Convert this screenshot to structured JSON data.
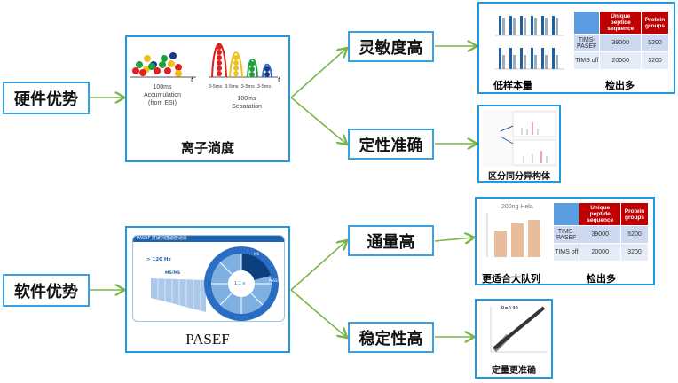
{
  "left": {
    "hardware": "硬件优势",
    "software": "软件优势"
  },
  "hardware_box": {
    "caption": "离子淌度",
    "accum_time": "100ms",
    "accum_label": "Accumulation",
    "accum_sub": "(from ESI)",
    "axis_t": "t",
    "peak_times": [
      "3-5ms",
      "3-5ms",
      "3-5ms",
      "3-5ms"
    ],
    "sep_time": "100ms",
    "sep_label": "Separation"
  },
  "software_box": {
    "caption": "PASEF",
    "header": "PASEF 打破扫描速度记录",
    "rate": "> 120 Hz",
    "msms": "MS/MS",
    "ms": "MS",
    "pasef": "PASEF",
    "cycle": "1.1 s"
  },
  "features": [
    "灵敏度高",
    "定性准确",
    "通量高",
    "稳定性高"
  ],
  "panel1": {
    "left_caption": "低样本量",
    "right_caption": "检出多"
  },
  "panel2": {
    "caption": "区分同分异构体"
  },
  "panel3": {
    "left_caption": "更适合大队列",
    "right_caption": "检出多",
    "chart_title": "200ng Hela"
  },
  "panel4": {
    "caption": "定量更准确",
    "r_label": "R=0.99"
  },
  "table": {
    "headers": [
      "",
      "Unique peptide sequence",
      "Protein groups"
    ],
    "rows": [
      [
        "TIMS-PASEF",
        "39000",
        "5200"
      ],
      [
        "TIMS off",
        "20000",
        "3200"
      ]
    ]
  },
  "colors": {
    "arrow": "#7ab648",
    "border": "#1e9ae0",
    "table_header": "#c00000",
    "table_corner": "#5b9be0"
  }
}
